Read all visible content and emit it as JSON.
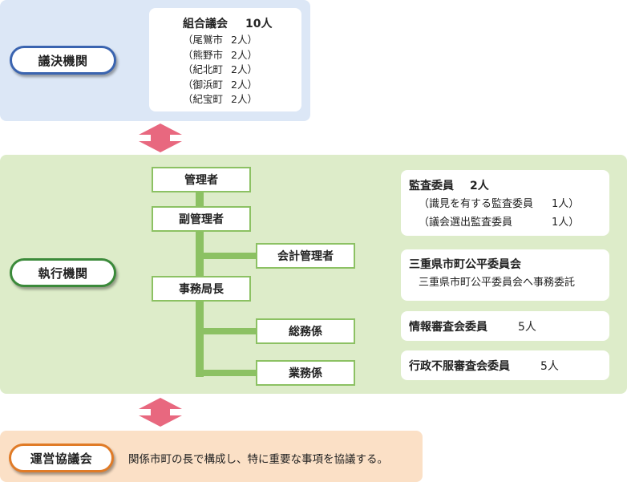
{
  "legislative": {
    "label": "議決機関",
    "members_title": "組合議会",
    "members_total": "10人",
    "members": [
      {
        "town": "（尾鷲市",
        "count": "2人）"
      },
      {
        "town": "（熊野市",
        "count": "2人）"
      },
      {
        "town": "（紀北町",
        "count": "2人）"
      },
      {
        "town": "（御浜町",
        "count": "2人）"
      },
      {
        "town": "（紀宝町",
        "count": "2人）"
      }
    ]
  },
  "executive": {
    "label": "執行機関",
    "org": {
      "manager": "管理者",
      "vice_manager": "副管理者",
      "accounting": "会計管理者",
      "secretary_general": "事務局長",
      "general_affairs": "総務係",
      "operations": "業務係"
    },
    "audit": {
      "title": "監査委員",
      "count": "2人",
      "rows": [
        {
          "label": "（識見を有する監査委員",
          "count": "1人）"
        },
        {
          "label": "（議会選出監査委員",
          "count": "1人）"
        }
      ]
    },
    "fair": {
      "title": "三重県市町公平委員会",
      "note": "三重県市町公平委員会へ事務委託"
    },
    "info_review": {
      "title": "情報審査会委員",
      "count": "5人"
    },
    "admin_review": {
      "title": "行政不服審査会委員",
      "count": "5人"
    }
  },
  "council": {
    "label": "運営協議会",
    "description": "関係市町の長で構成し、特に重要な事項を協議する。"
  },
  "colors": {
    "legislative_bg": "#dce7f6",
    "legislative_border": "#3a64b0",
    "executive_bg": "#ddecc9",
    "executive_border": "#3b8a3a",
    "council_bg": "#fbe0c6",
    "council_border": "#e07b27",
    "org_line": "#8cc163",
    "arrow": "#e8687f"
  }
}
